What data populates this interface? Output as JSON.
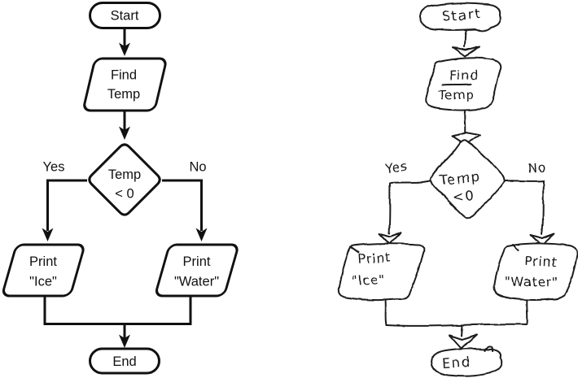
{
  "background": "#ffffff",
  "stroke_color": "#111111",
  "clean": {
    "start": "Start",
    "find_line1": "Find",
    "find_line2": "Temp",
    "decision_line1": "Temp",
    "decision_line2": "< 0",
    "yes": "Yes",
    "no": "No",
    "ice_line1": "Print",
    "ice_line2": "\"Ice\"",
    "water_line1": "Print",
    "water_line2": "\"Water\"",
    "end": "End"
  },
  "sketch": {
    "start": "Start",
    "find_line1": "Find",
    "find_line2": "Temp",
    "decision_line1": "Temp",
    "decision_line2": "<0",
    "yes": "Yes",
    "no": "No",
    "ice_line1": "Print",
    "ice_line2": "\"Ice\"",
    "water_line1": "Print",
    "water_line2": "\"Water\"",
    "end": "End"
  }
}
